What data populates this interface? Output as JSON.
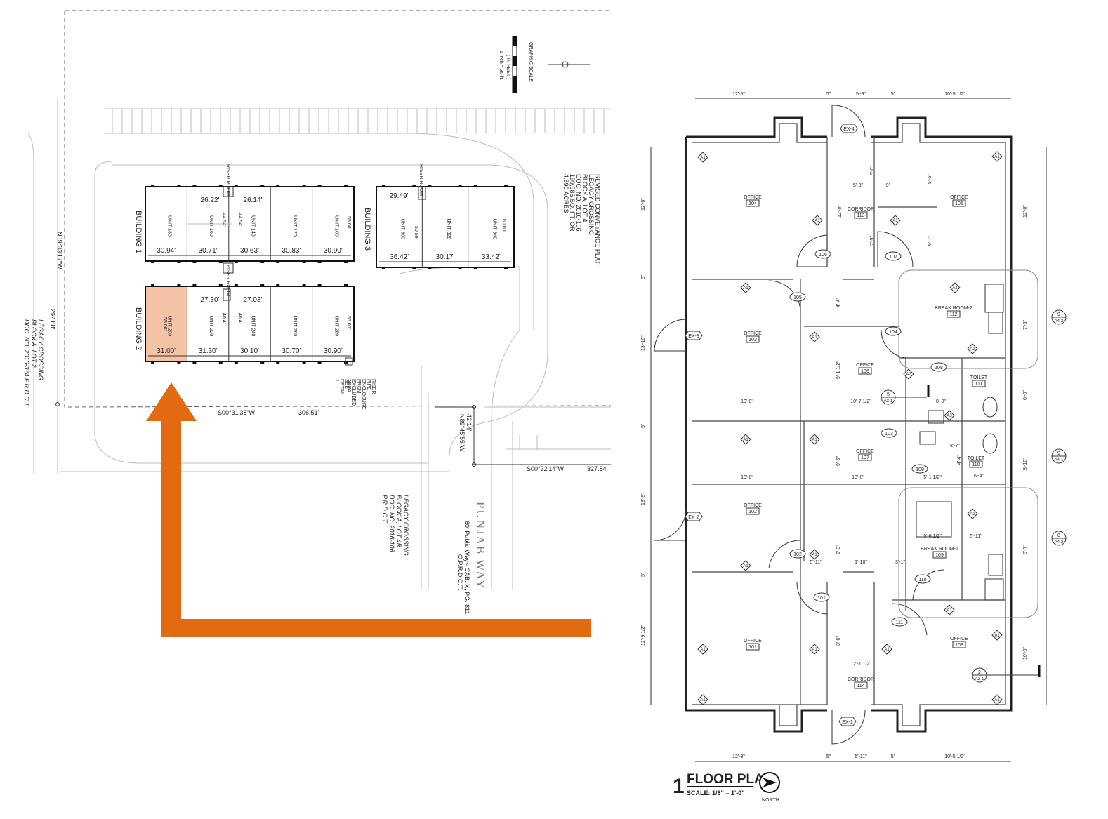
{
  "colors": {
    "highlight": "#f4c3a6",
    "arrow": "#e46a12"
  },
  "site": {
    "graphic_scale": "GRAPHIC SCALE",
    "scale_units": "( IN FEET )",
    "scale_ratio": "1 inch = 30 ft.",
    "plat_lines": [
      "REVISED CONVEYANCE PLAT",
      "LEGACY CROSSING",
      "BLOCK A, LOT 4",
      "DOC. NO. 2016-106",
      "199,986 SQ. FT. OR",
      "4.590 ACRES"
    ],
    "legacy_left": [
      "LEGACY CROSSING",
      "BLOCK A, LOT 2",
      "DOC. NO. 2016-374 P.R.D.C.T."
    ],
    "legacy_bottom": [
      "LEGACY CROSSING",
      "BLOCK A, LOT 4R",
      "DOC. NO. 2016-106",
      "P.R.D.C.T."
    ],
    "road_name": "PUNJAB WAY",
    "road_lines": [
      "60' Public Way~ CAB. X, PG. 811",
      "O.P.R.D.C.T."
    ],
    "bearing_left": "N89°33'17\"W",
    "dist_left": "292.88'",
    "bearing_south": "S00°31'38\"W",
    "dist_south": "306.51'",
    "bearing_road": "N89°45'55\"W",
    "dist_road": "42.14'",
    "bearing_road2": "S00°32'14\"W",
    "dist_road2": "327.84'",
    "riser_room": "RISER ROOM",
    "riser_note": [
      "RISER",
      "PIPE",
      "ENCLOSURE",
      "FROM",
      "EXCLUDED",
      "AREA"
    ],
    "see_detail": [
      "SEE",
      "DETAIL",
      "1"
    ],
    "building1": {
      "name": "BUILDING 1",
      "units": [
        "UNIT 180",
        "UNIT 160",
        "UNIT 140",
        "UNIT 120",
        "UNIT 100"
      ],
      "widths": [
        "30.94'",
        "30.71'",
        "30.63'",
        "30.83'",
        "30.90'"
      ],
      "top_dims": [
        "26.22'",
        "26.14'"
      ],
      "inner_dims": [
        "44.54'",
        "44.54'"
      ],
      "depth": "55.00'"
    },
    "building2": {
      "name": "BUILDING 2",
      "units": [
        "UNIT 200",
        "UNIT 220",
        "UNIT 240",
        "UNIT 260",
        "UNIT 280"
      ],
      "widths": [
        "31.00'",
        "31.30'",
        "30.10'",
        "30.70'",
        "30.90'"
      ],
      "top_dims": [
        "27.30'",
        "27.03'"
      ],
      "inner_dims": [
        "46.41'",
        "46.41'"
      ],
      "depth": "55.00'"
    },
    "building3": {
      "name": "BUILDING 3",
      "units": [
        "UNIT 300",
        "UNIT 320",
        "UNIT 340"
      ],
      "widths": [
        "36.42'",
        "30.17'",
        "33.42'"
      ],
      "top_dim": "29.49'",
      "inner_dim": "50.59'",
      "depth": "60.00'"
    }
  },
  "plan": {
    "title": "FLOOR PLAN",
    "number": "1",
    "scale": "SCALE: 1/8\" = 1'-0\"",
    "north": "NORTH",
    "rooms": [
      {
        "name": "OFFICE",
        "num": "104"
      },
      {
        "name": "OFFICE",
        "num": "105"
      },
      {
        "name": "CORRIDOR",
        "num": "113"
      },
      {
        "name": "OFFICE",
        "num": "103"
      },
      {
        "name": "BREAK ROOM-2",
        "num": "112"
      },
      {
        "name": "OFFICE",
        "num": "106"
      },
      {
        "name": "TOILET",
        "num": "111"
      },
      {
        "name": "OFFICE",
        "num": "107"
      },
      {
        "name": "TOILET",
        "num": "110"
      },
      {
        "name": "OFFICE",
        "num": "102"
      },
      {
        "name": "BREAK ROOM-1",
        "num": "109"
      },
      {
        "name": "OFFICE",
        "num": "101"
      },
      {
        "name": "OFFICE",
        "num": "108"
      },
      {
        "name": "CORRIDOR",
        "num": "114"
      }
    ],
    "doors": [
      "106",
      "107",
      "105",
      "104",
      "108",
      "103",
      "109",
      "102",
      "110",
      "101",
      "111"
    ],
    "exits": [
      "EX-4",
      "EX-3",
      "EX-2",
      "EX-1"
    ],
    "top_dims": [
      "12'-5\"",
      "5\"",
      "5'-9\"",
      "5\"",
      "10'-5 1/2\""
    ],
    "bottom_dims": [
      "12'-3\"",
      "5\"",
      "5'-11\"",
      "5\"",
      "10'-5 1/2\""
    ],
    "left_dims": [
      "12'-0\"",
      "5\"",
      "13'-10\"",
      "5\"",
      "13'-9\"",
      "5\"",
      "12'-9 1/2\""
    ],
    "right_dims": [
      "12'-0\"",
      "7'-5\"",
      "6'-0\"",
      "8'-10\"",
      "6'-7\"",
      "10'-0\""
    ],
    "interior_dims": [
      "5'-0\"",
      "9\"",
      "5'-0\"",
      "12'-0\"",
      "5'-5\"",
      "7'-5\"",
      "6'-7\"",
      "4'-4\"",
      "9'-1 1/2\"",
      "10'-7 1/2\"",
      "8'-0\"",
      "10'-0\"",
      "9'-6\"",
      "10'-0\"",
      "8'-7\"",
      "10'-0\"",
      "4'-4\"",
      "2'-3\"",
      "5'-11\"",
      "1'-10\"",
      "3'-1\"",
      "5'-6 1/2\"",
      "5'-11\"",
      "12'-1 1/2\"",
      "3'-6\"",
      "5'-1 1/2\"",
      "6'-4\""
    ],
    "section_tags": [
      "9",
      "A4-2",
      "9",
      "A4-1",
      "8",
      "A4-2",
      "5",
      "A3-1",
      "2",
      "A3-1"
    ],
    "window_tag": "A1",
    "window_tag2": "A2",
    "window_tag3": "A3"
  }
}
